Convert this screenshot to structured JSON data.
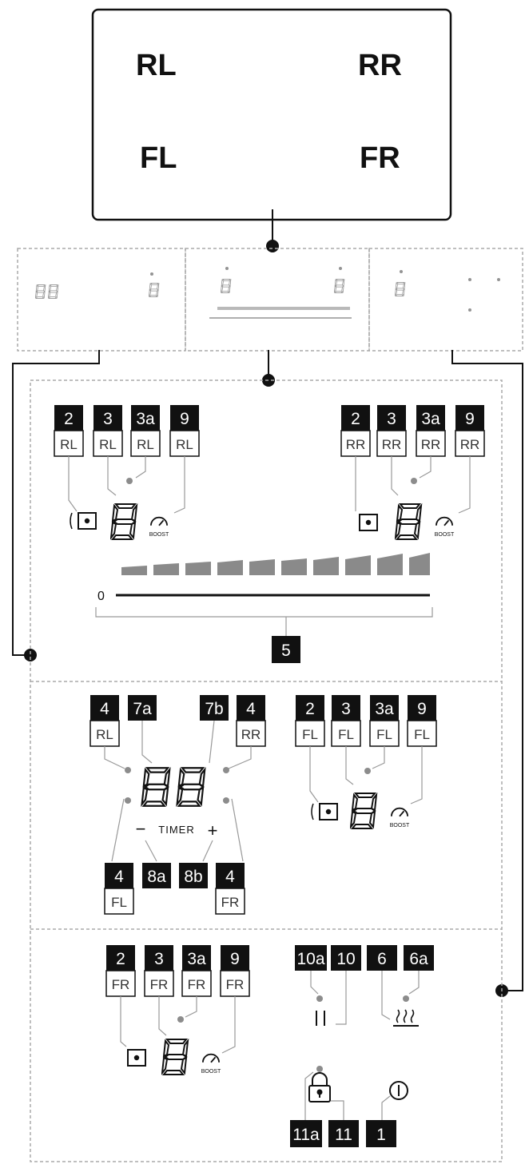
{
  "zones": {
    "rl": "RL",
    "rr": "RR",
    "fl": "FL",
    "fr": "FR"
  },
  "labels": {
    "boost": "BOOST",
    "timer": "TIMER",
    "zero": "0",
    "minus": "−",
    "plus": "+"
  },
  "callouts": {
    "rl_2": {
      "num": "2",
      "lab": "RL"
    },
    "rl_3": {
      "num": "3",
      "lab": "RL"
    },
    "rl_3a": {
      "num": "3a",
      "lab": "RL"
    },
    "rl_9": {
      "num": "9",
      "lab": "RL"
    },
    "rr_2": {
      "num": "2",
      "lab": "RR"
    },
    "rr_3": {
      "num": "3",
      "lab": "RR"
    },
    "rr_3a": {
      "num": "3a",
      "lab": "RR"
    },
    "rr_9": {
      "num": "9",
      "lab": "RR"
    },
    "slider_5": {
      "num": "5"
    },
    "t_4rl": {
      "num": "4",
      "lab": "RL"
    },
    "t_7a": {
      "num": "7a"
    },
    "t_7b": {
      "num": "7b"
    },
    "t_4rr": {
      "num": "4",
      "lab": "RR"
    },
    "t_8a": {
      "num": "8a"
    },
    "t_8b": {
      "num": "8b"
    },
    "t_4fl": {
      "num": "4",
      "lab": "FL"
    },
    "t_4fr": {
      "num": "4",
      "lab": "FR"
    },
    "fl_2": {
      "num": "2",
      "lab": "FL"
    },
    "fl_3": {
      "num": "3",
      "lab": "FL"
    },
    "fl_3a": {
      "num": "3a",
      "lab": "FL"
    },
    "fl_9": {
      "num": "9",
      "lab": "FL"
    },
    "fr_2": {
      "num": "2",
      "lab": "FR"
    },
    "fr_3": {
      "num": "3",
      "lab": "FR"
    },
    "fr_3a": {
      "num": "3a",
      "lab": "FR"
    },
    "fr_9": {
      "num": "9",
      "lab": "FR"
    },
    "c_10a": {
      "num": "10a"
    },
    "c_10": {
      "num": "10"
    },
    "c_6": {
      "num": "6"
    },
    "c_6a": {
      "num": "6a"
    },
    "c_11a": {
      "num": "11a"
    },
    "c_11": {
      "num": "11"
    },
    "c_1": {
      "num": "1"
    }
  },
  "colors": {
    "ink": "#111111",
    "dashed": "#9a9a9a",
    "dot": "#8c8c8c"
  }
}
